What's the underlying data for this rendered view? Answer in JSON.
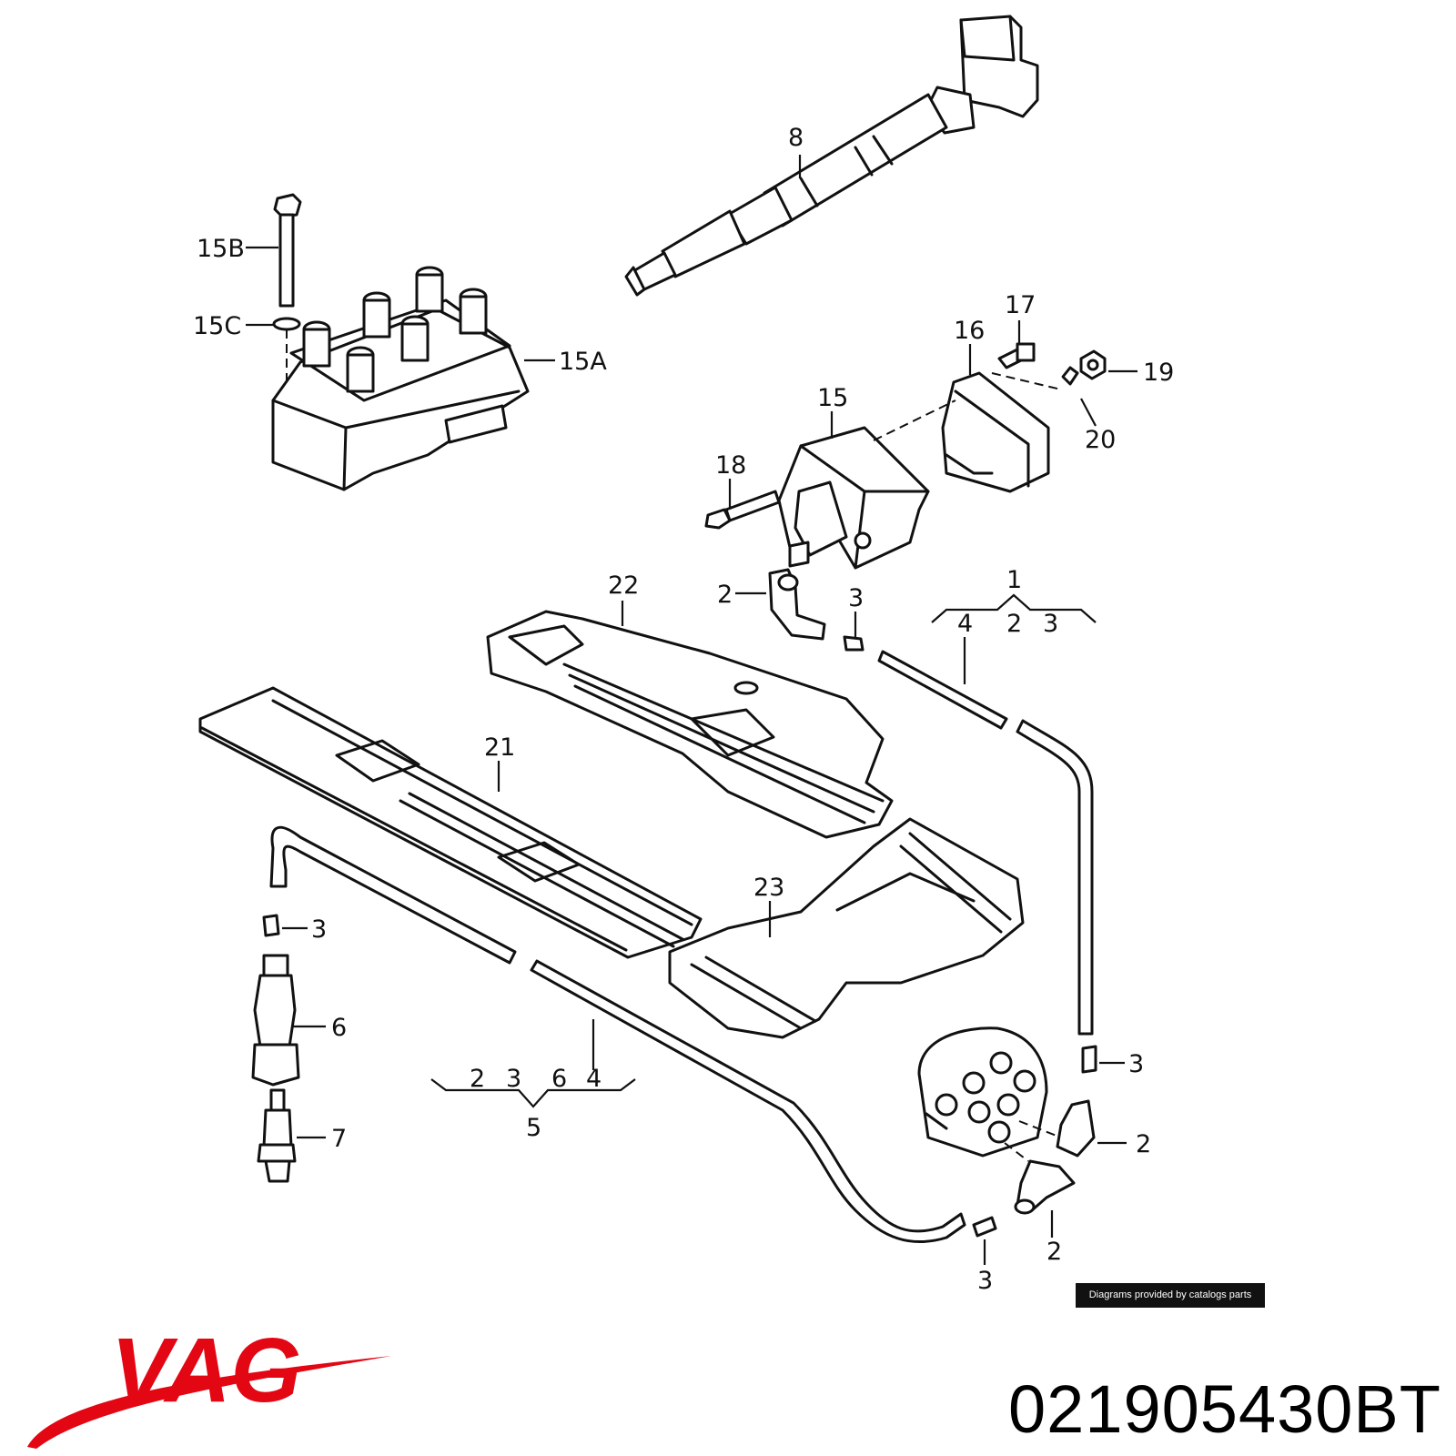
{
  "diagram": {
    "labels": {
      "p8": "8",
      "p15b": "15B",
      "p15c": "15C",
      "p15a": "15A",
      "p17": "17",
      "p16": "16",
      "p19": "19",
      "p15": "15",
      "p20": "20",
      "p18": "18",
      "p2_top": "2",
      "p3_top": "3",
      "p22": "22",
      "p1": "1",
      "p1_sub4": "4",
      "p1_sub2": "2",
      "p1_sub3": "3",
      "p21": "21",
      "p3_left": "3",
      "p23": "23",
      "p6": "6",
      "p3_right": "3",
      "p5_sub2": "2",
      "p5_sub3": "3",
      "p5_sub6": "6",
      "p5_sub4": "4",
      "p4_lower": "4",
      "p5": "5",
      "p2_mid": "2",
      "p7": "7",
      "p2_low": "2",
      "p3_low": "3"
    }
  },
  "credit": "Diagrams provided by catalogs parts",
  "brand": {
    "name": "VAG",
    "color": "#e30613"
  },
  "part_number": "021905430BT"
}
